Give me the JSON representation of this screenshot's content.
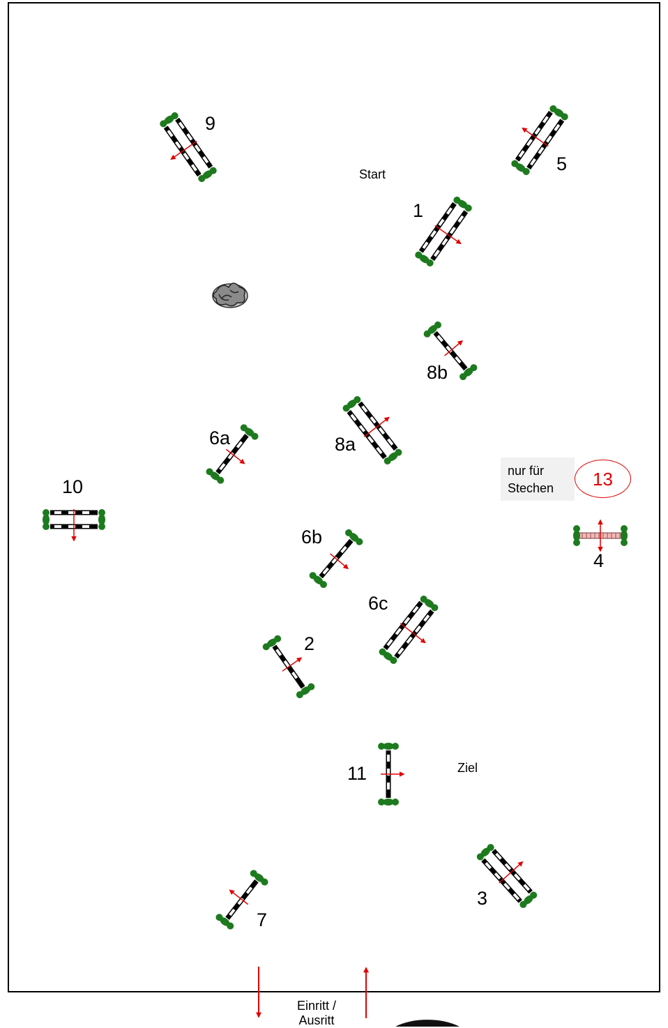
{
  "arena": {
    "start_label": "Start",
    "finish_label": "Ziel",
    "entry_exit_label_line1": "Einritt /",
    "entry_exit_label_line2": "Ausritt",
    "jumpoff_note_line1": "nur für",
    "jumpoff_note_line2": "Stechen",
    "jumpoff_obstacle": "13"
  },
  "obstacles": [
    {
      "label": "1",
      "kind": "oxer",
      "icon": "oxer-jump-icon"
    },
    {
      "label": "2",
      "kind": "vertical",
      "icon": "vertical-jump-icon"
    },
    {
      "label": "3",
      "kind": "oxer",
      "icon": "oxer-jump-icon"
    },
    {
      "label": "4",
      "kind": "water-wall",
      "icon": "wall-jump-icon"
    },
    {
      "label": "5",
      "kind": "oxer",
      "icon": "oxer-jump-icon"
    },
    {
      "label": "6a",
      "kind": "vertical",
      "icon": "vertical-jump-icon"
    },
    {
      "label": "6b",
      "kind": "vertical",
      "icon": "vertical-jump-icon"
    },
    {
      "label": "6c",
      "kind": "oxer",
      "icon": "oxer-jump-icon"
    },
    {
      "label": "7",
      "kind": "vertical",
      "icon": "vertical-jump-icon"
    },
    {
      "label": "8a",
      "kind": "oxer",
      "icon": "oxer-jump-icon"
    },
    {
      "label": "8b",
      "kind": "vertical",
      "icon": "vertical-jump-icon"
    },
    {
      "label": "9",
      "kind": "oxer",
      "icon": "oxer-jump-icon"
    },
    {
      "label": "10",
      "kind": "oxer",
      "icon": "oxer-jump-icon"
    },
    {
      "label": "11",
      "kind": "vertical",
      "icon": "vertical-jump-icon"
    }
  ],
  "colors": {
    "border": "#000000",
    "rail_dark": "#000000",
    "rail_light": "#ffffff",
    "foliage": "#1e7a1e",
    "direction_arrow": "#e00000",
    "wall": "#f2b8b8"
  }
}
